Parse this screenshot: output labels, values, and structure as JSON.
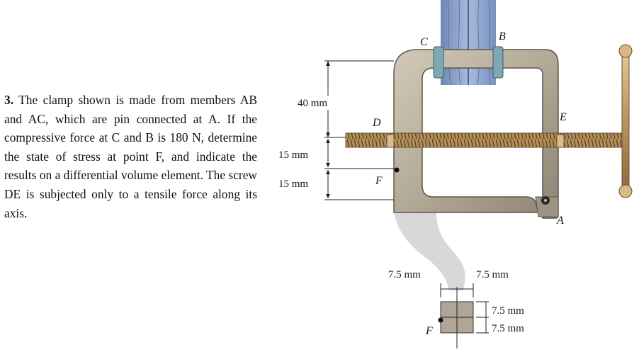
{
  "problem": {
    "number": "3.",
    "text": "The clamp shown is made from members AB and AC, which are pin connected at A. If the compressive force at C and B is 180 N, determine the state of stress at point F, and indicate the results on a differential volume element. The screw DE is subjected only to a tensile force along its axis."
  },
  "figure": {
    "points": {
      "B": "B",
      "C": "C",
      "D": "D",
      "E": "E",
      "F": "F",
      "A": "A",
      "F2": "F"
    },
    "dims": {
      "d40": "40 mm",
      "d15a": "15 mm",
      "d15b": "15 mm",
      "w75a": "7.5 mm",
      "w75b": "7.5 mm",
      "h75a": "7.5 mm",
      "h75b": "7.5 mm"
    },
    "colors": {
      "frame": "#b3a997",
      "frame_dark": "#7d7465",
      "wood": "#8fa3c9",
      "screw": "#c9a876",
      "section": "#d8d8d8",
      "element": "#b0a596"
    }
  }
}
